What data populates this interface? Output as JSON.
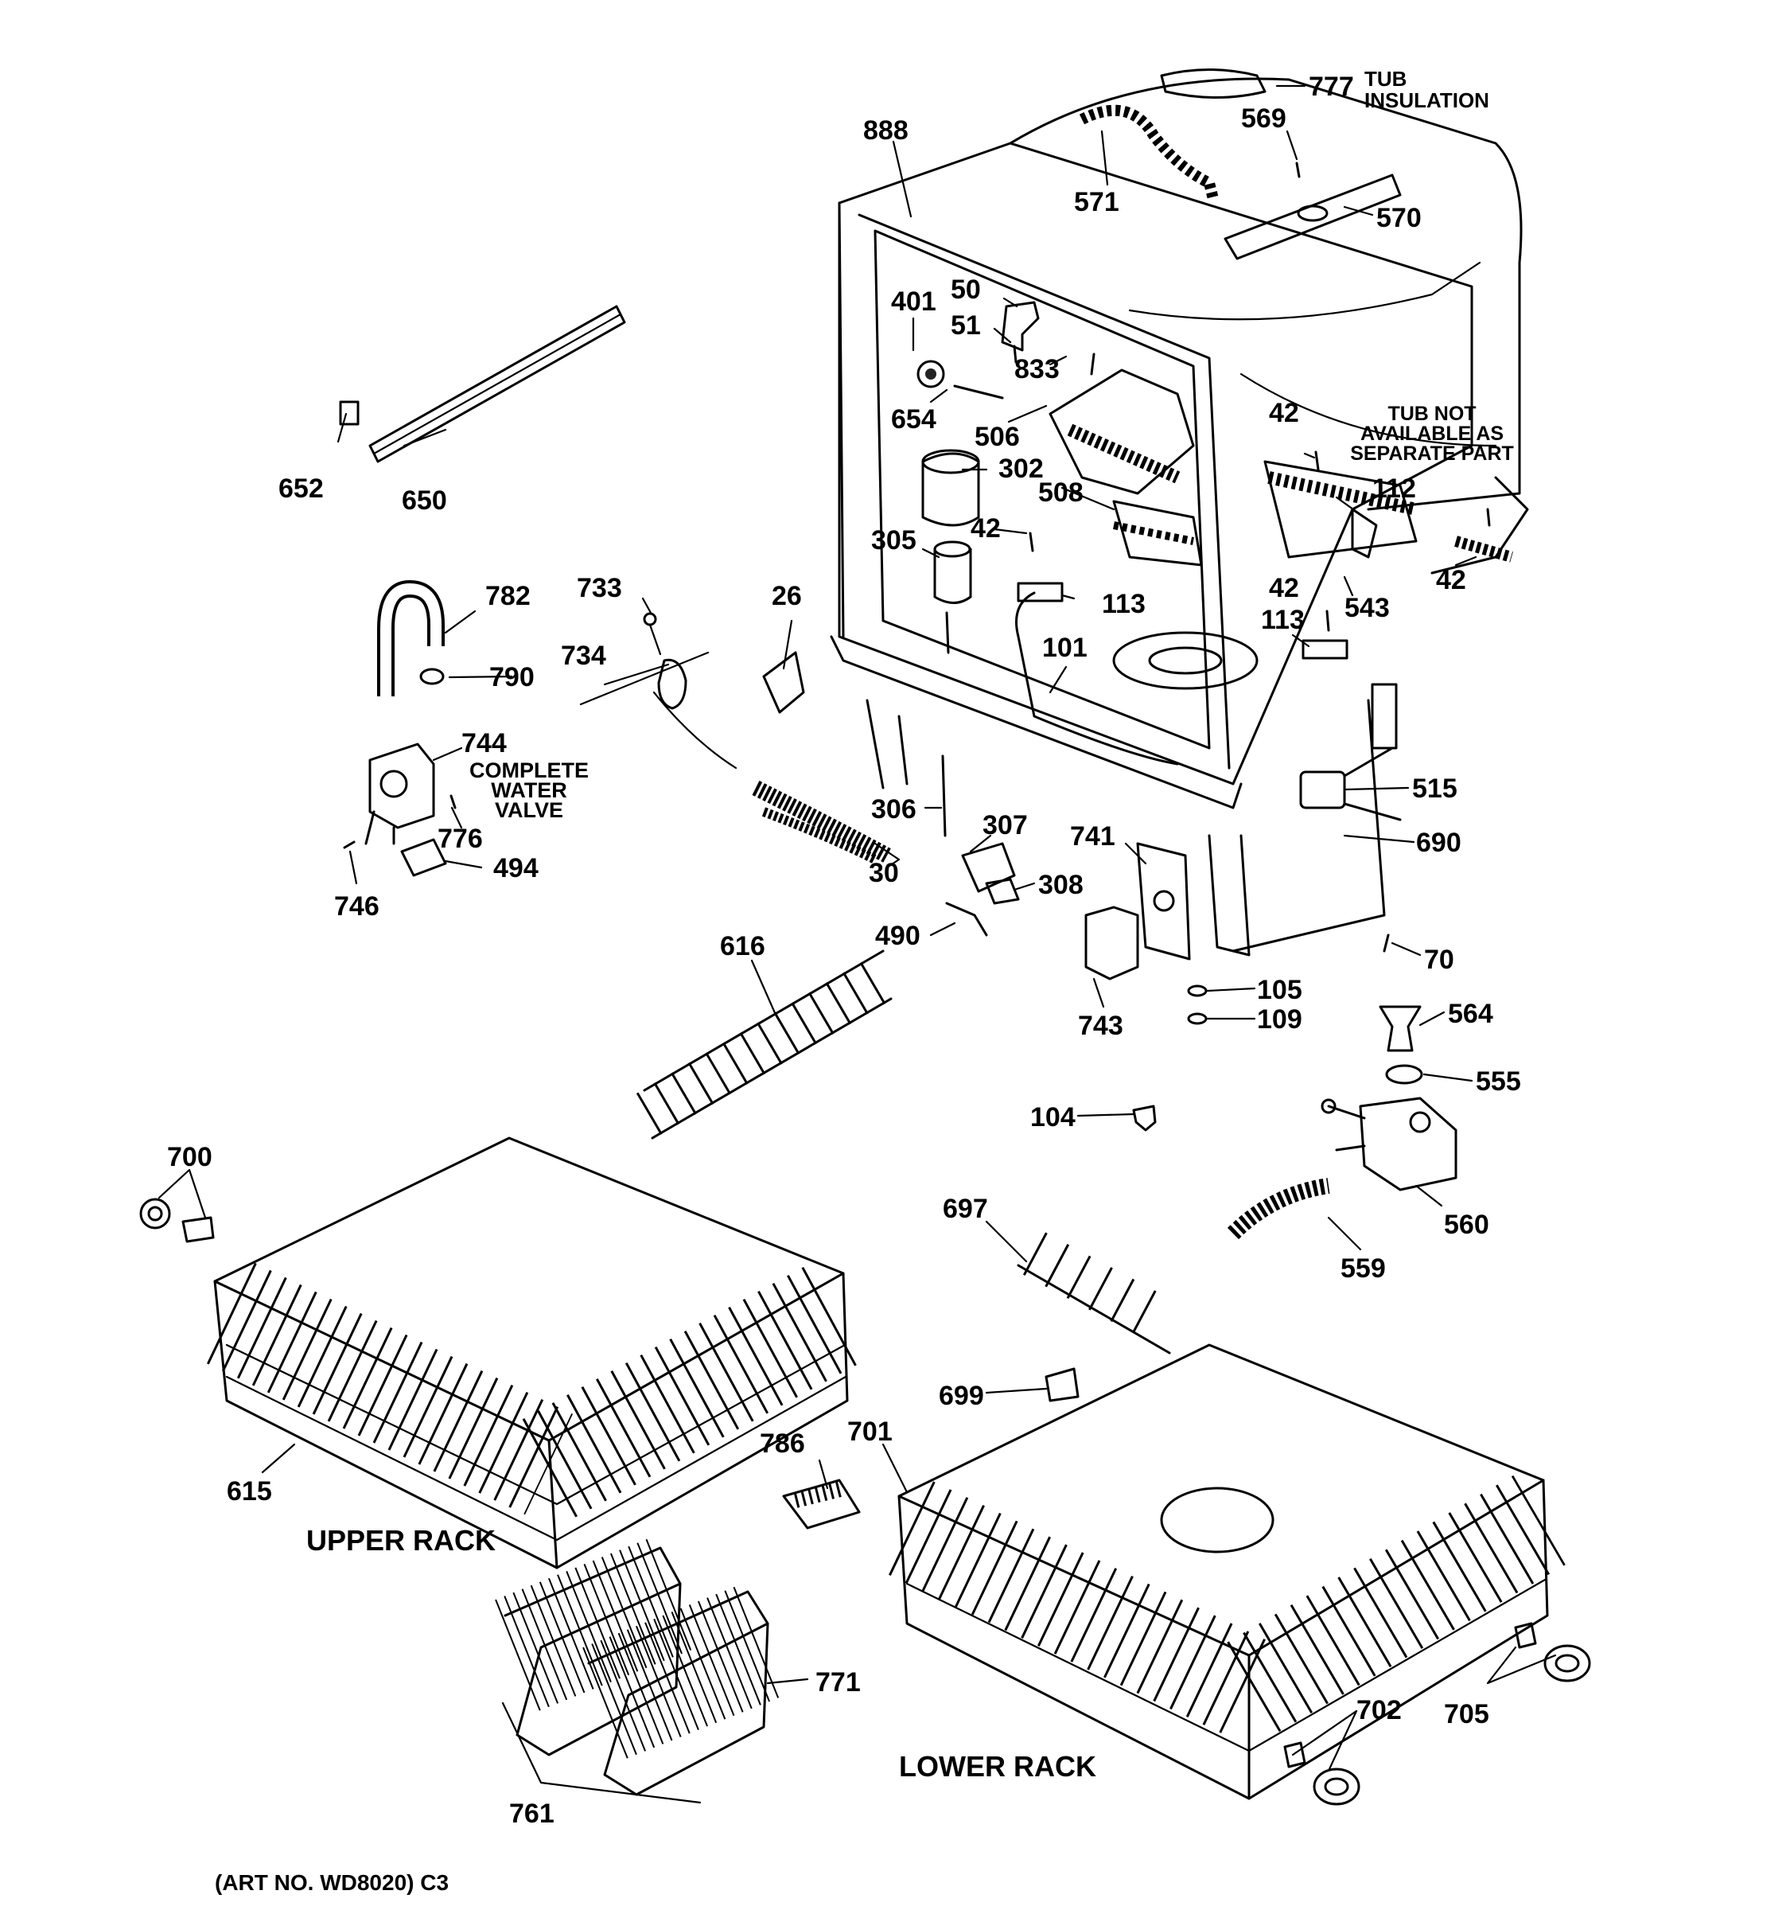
{
  "parts": [
    "777",
    "569",
    "888",
    "571",
    "570",
    "401",
    "50",
    "51",
    "833",
    "654",
    "506",
    "302",
    "42",
    "305",
    "113",
    "101",
    "508",
    "112",
    "543",
    "652",
    "650",
    "782",
    "790",
    "733",
    "734",
    "26",
    "744",
    "776",
    "746",
    "494",
    "306",
    "307",
    "308",
    "741",
    "515",
    "690",
    "30",
    "490",
    "70",
    "616",
    "743",
    "105",
    "109",
    "564",
    "555",
    "104",
    "560",
    "559",
    "700",
    "697",
    "699",
    "615",
    "786",
    "701",
    "771",
    "761",
    "702",
    "705"
  ],
  "labels": {
    "tub_insulation": [
      "TUB",
      "INSULATION"
    ],
    "tub_not_available": [
      "TUB NOT",
      "AVAILABLE AS",
      "SEPARATE PART"
    ],
    "complete_water_valve": [
      "COMPLETE",
      "WATER",
      "VALVE"
    ],
    "upper_rack": "UPPER RACK",
    "lower_rack": "LOWER RACK",
    "art_no": "(ART NO. WD8020) C3"
  }
}
